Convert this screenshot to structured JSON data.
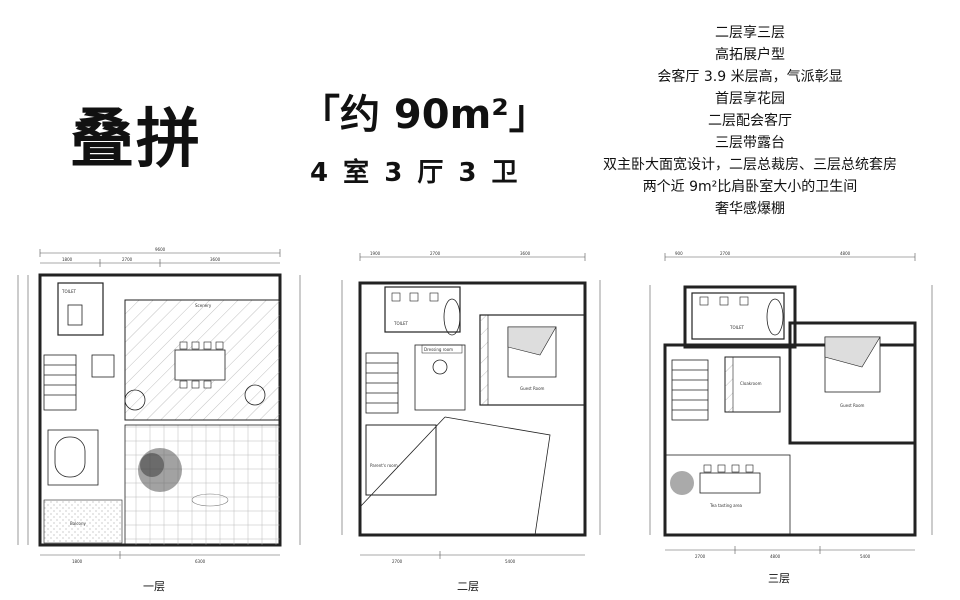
{
  "header": {
    "type_label": "叠拼",
    "area_label": "「约 90m²」",
    "rooms_label": "4 室 3 厅 3 卫"
  },
  "features": [
    "二层享三层",
    "高拓展户型",
    "会客厅 3.9 米层高，气派彰显",
    "首层享花园",
    "二层配会客厅",
    "三层带露台",
    "双主卧大面宽设计，二层总裁房、三层总统套房",
    "两个近 9m²比肩卧室大小的卫生间",
    "奢华感爆棚"
  ],
  "floors": [
    {
      "label": "一层",
      "rooms": [
        "TOILET",
        "Scenery",
        "Balcony"
      ],
      "dims_top": [
        "1800",
        "2700",
        "3600"
      ],
      "dims_bottom": [
        "1800",
        "6300"
      ]
    },
    {
      "label": "二层",
      "rooms": [
        "TOILET",
        "Guest Room",
        "Parent's room",
        "Dressing room"
      ],
      "dims_top": [
        "1900",
        "2700",
        "3600"
      ],
      "dims_bottom": [
        "2700",
        "5400"
      ]
    },
    {
      "label": "三层",
      "rooms": [
        "TOILET",
        "Cloakroom",
        "Guest Room",
        "Tea tasting area"
      ],
      "dims_top": [
        "900",
        "2700",
        "4800"
      ],
      "dims_bottom": [
        "2700",
        "4800",
        "5400"
      ]
    }
  ],
  "colors": {
    "line": "#222222",
    "hatch": "#888888",
    "dim": "#555555"
  }
}
